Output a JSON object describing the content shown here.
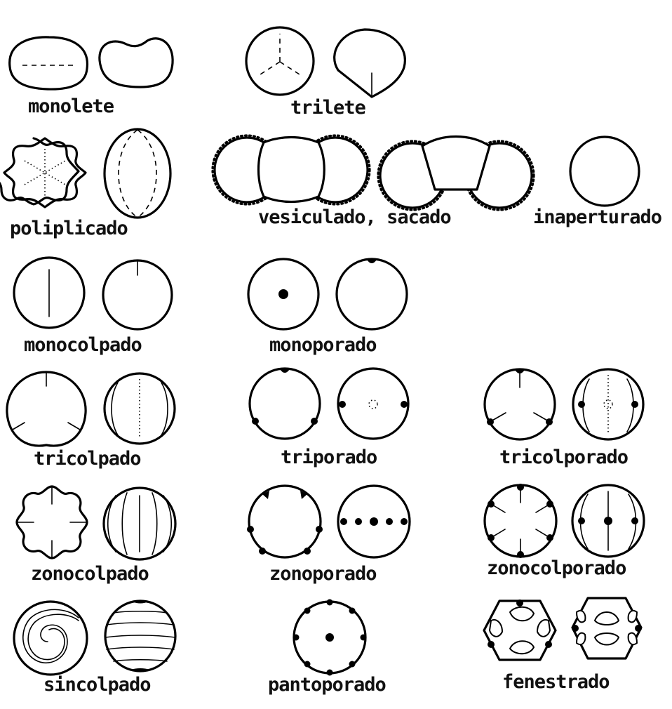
{
  "labels": {
    "monolete": "monolete",
    "trilete": "trilete",
    "poliplicado": "poliplicado",
    "vesiculado": "vesiculado, sacado",
    "inaperturado": "inaperturado",
    "monocolpado": "monocolpado",
    "monoporado": "monoporado",
    "tricolpado": "tricolpado",
    "triporado": "triporado",
    "tricolporado": "tricolporado",
    "zonocolpado": "zonocolpado",
    "zonoporado": "zonoporado",
    "zonocolporado": "zonocolporado",
    "sincolpado": "sincolpado",
    "pantoporado": "pantoporado",
    "fenestrado": "fenestrado"
  }
}
